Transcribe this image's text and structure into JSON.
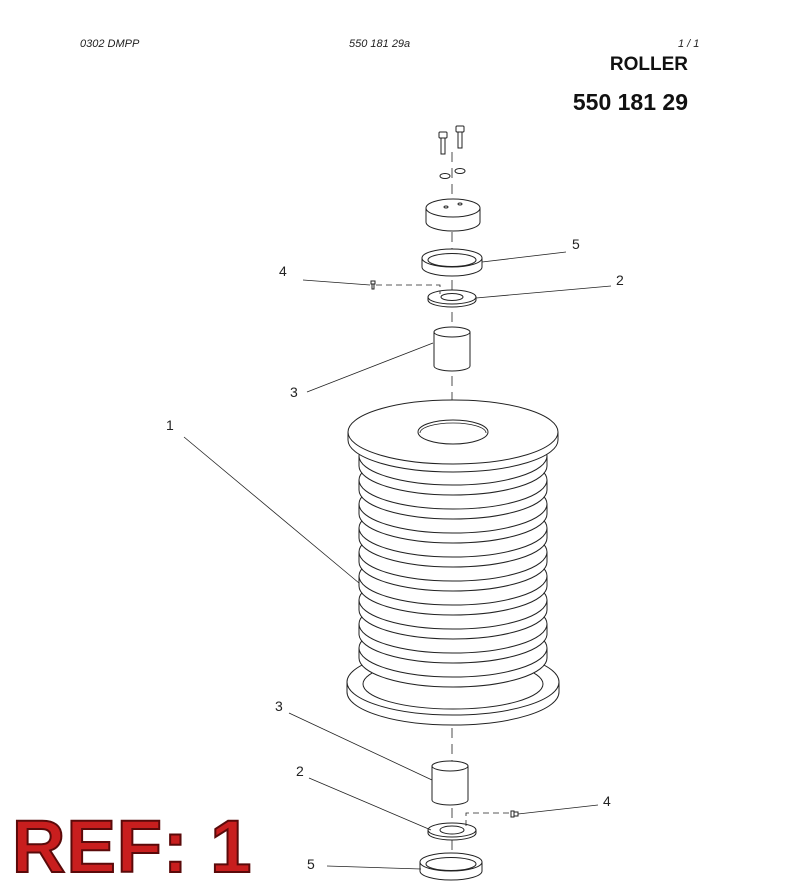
{
  "header": {
    "left_code": "0302 DMPP",
    "doc_id": "550 181 29a",
    "page": "1 /   1"
  },
  "title": {
    "name": "ROLLER",
    "part_number": "550 181 29"
  },
  "callouts": {
    "top_seal": "5",
    "top_screw": "4",
    "top_washer": "2",
    "top_bushing": "3",
    "roller_body": "1",
    "bottom_bushing": "3",
    "bottom_washer": "2",
    "bottom_screw": "4",
    "bottom_seal": "5"
  },
  "ref_label": "REF: 1",
  "colors": {
    "line": "#222222",
    "ref_fill": "#c81e1e",
    "ref_outline": "#5a0a0a"
  }
}
